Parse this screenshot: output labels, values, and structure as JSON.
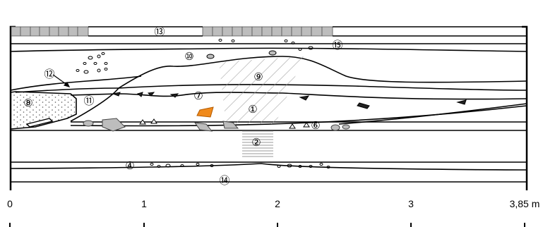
{
  "figure": {
    "layer_labels": [
      "①",
      "②",
      "④",
      "⑥",
      "⑦",
      "⑧",
      "⑨",
      "⑩",
      "⑪",
      "⑫",
      "⑬",
      "⑭",
      "⑮"
    ],
    "scale": {
      "ticks": [
        "0",
        "1",
        "2",
        "3",
        "3,85 m"
      ]
    },
    "colors": {
      "line": "#000000",
      "stone_fill": "#bdbdbd",
      "highlight_fill": "#f08a1c",
      "hatch": "#9a9a9a",
      "background": "#ffffff"
    }
  }
}
